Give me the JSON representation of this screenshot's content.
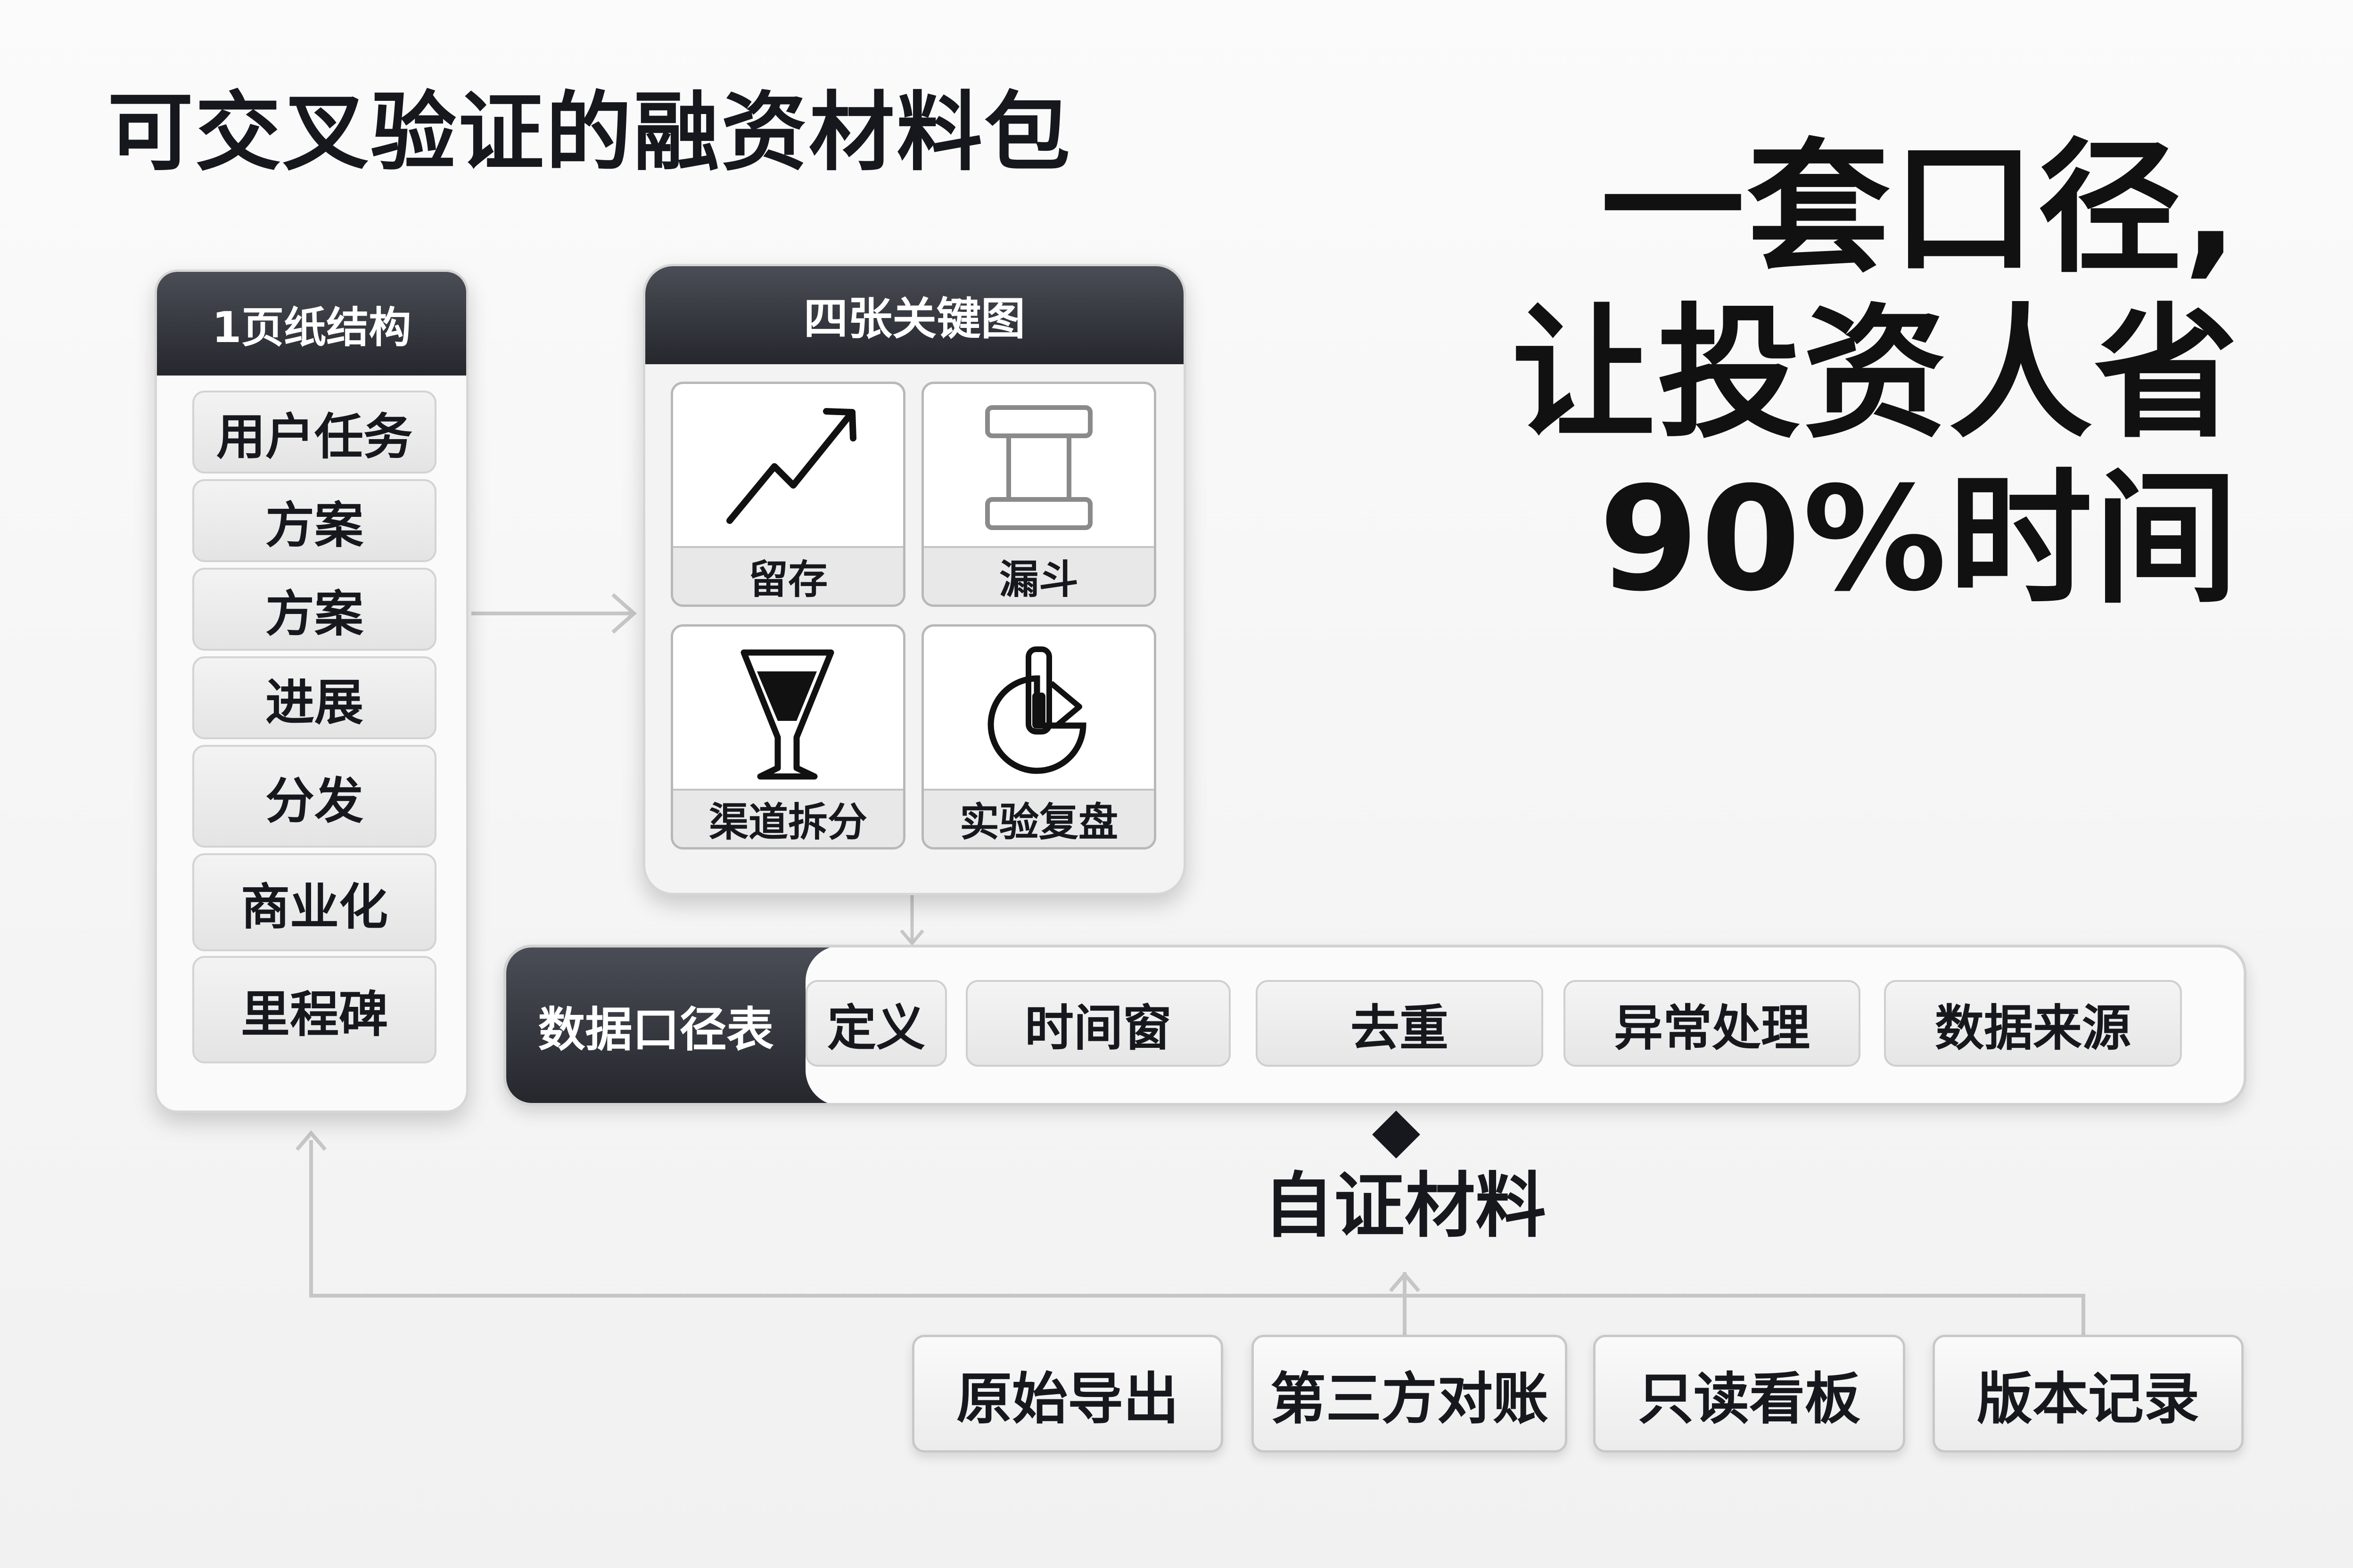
{
  "title": "可交叉验证的融资材料包",
  "headline": {
    "line1": "一套口径,",
    "line2": "让投资人省",
    "line3": "90%时间"
  },
  "one_pager": {
    "header": "1页纸结构",
    "items": [
      "用户任务",
      "方案",
      "方案",
      "进展",
      "分发",
      "商业化",
      "里程碑"
    ]
  },
  "key_charts": {
    "header": "四张关键图",
    "tiles": [
      {
        "label": "留存",
        "icon": "trend-line-icon"
      },
      {
        "label": "漏斗",
        "icon": "frame-icon"
      },
      {
        "label": "渠道拆分",
        "icon": "cocktail-glass-icon"
      },
      {
        "label": "实验复盘",
        "icon": "pie-test-tube-icon"
      }
    ]
  },
  "data_dictionary": {
    "header": "数据口径表",
    "items": [
      "定义",
      "时间窗",
      "去重",
      "异常处理",
      "数据来源"
    ]
  },
  "self_proof": {
    "label": "自证材料",
    "items": [
      "原始导出",
      "第三方对账",
      "只读看板",
      "版本记录"
    ]
  },
  "colors": {
    "dark_header": "#2b2d33",
    "text": "#16181d",
    "connector": "#c6c6c6"
  }
}
